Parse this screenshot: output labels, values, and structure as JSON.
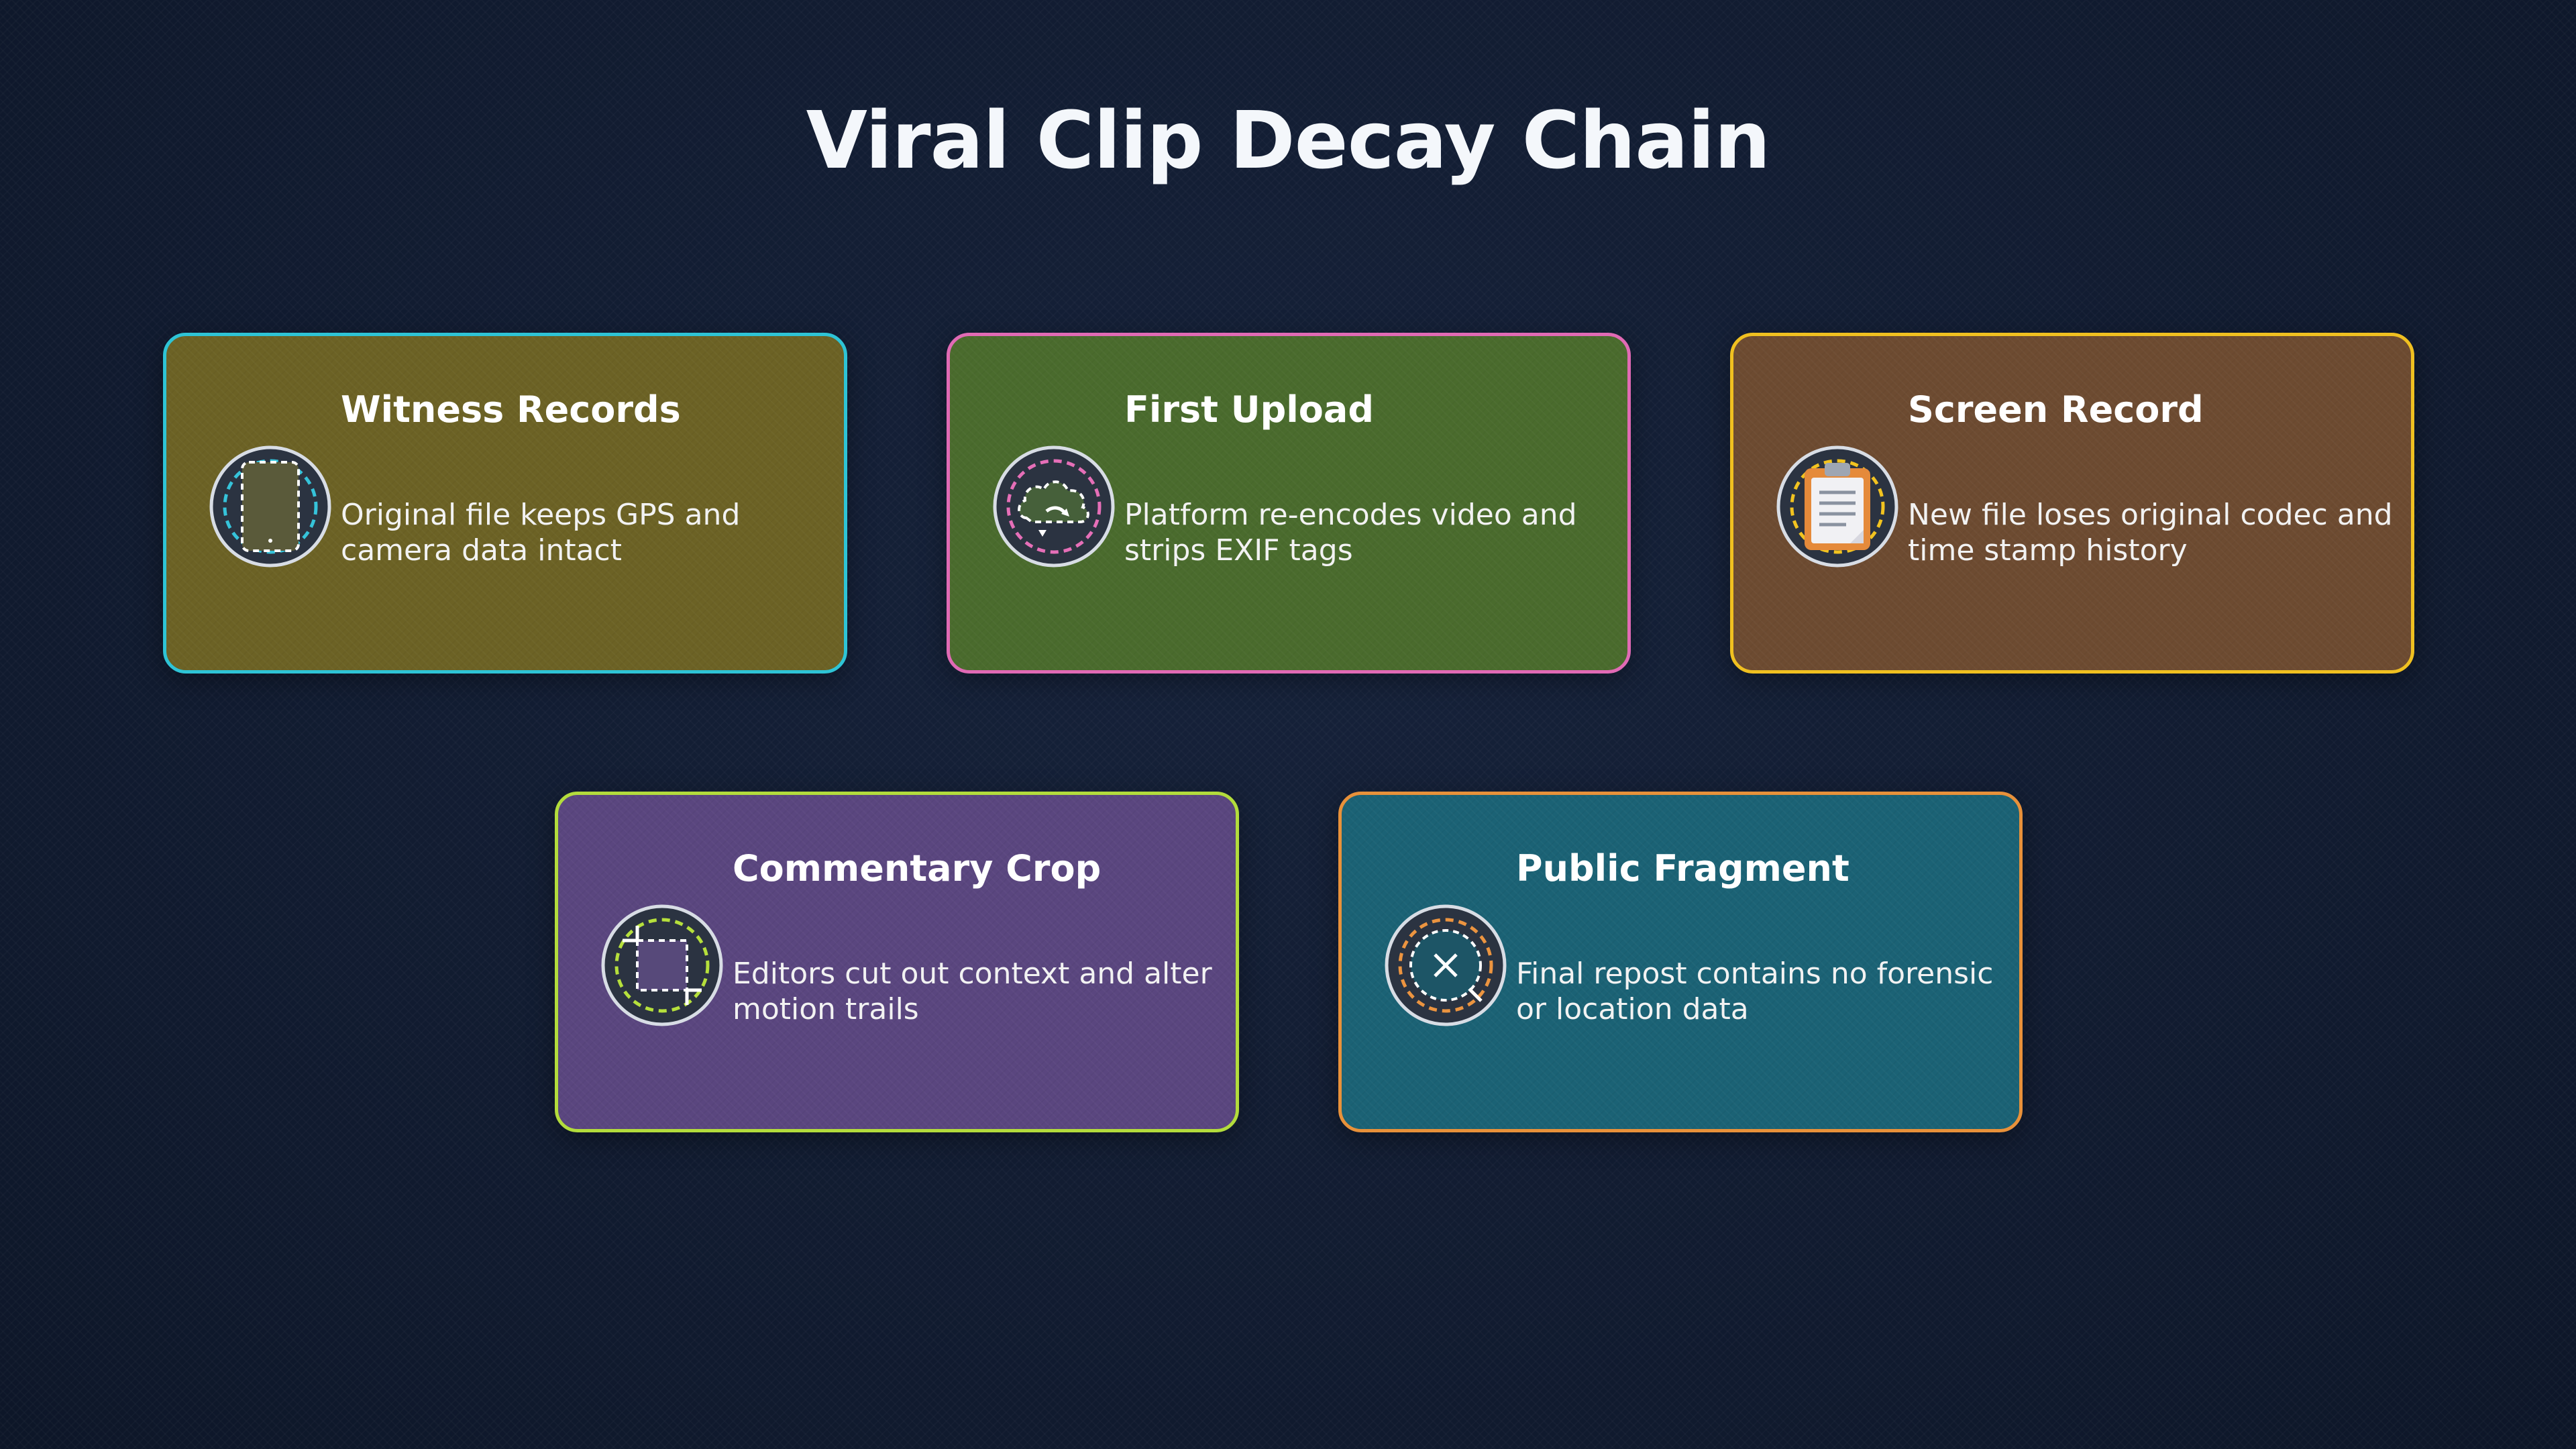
{
  "title": "Viral Clip Decay Chain",
  "stages": [
    {
      "title": "Witness Records",
      "description": "Original file keeps GPS and camera data intact",
      "icon": "phone-icon",
      "fill_color": "#6c6225",
      "border_color": "#2ec4d6",
      "accent_color": "#36c3da"
    },
    {
      "title": "First Upload",
      "description": "Platform re-encodes video and strips EXIF tags",
      "icon": "cloud-upload-icon",
      "fill_color": "#4a6b2d",
      "border_color": "#e16ab5",
      "accent_color": "#e66fb8"
    },
    {
      "title": "Screen Record",
      "description": "New file loses original codec and time stamp history",
      "icon": "clipboard-icon",
      "fill_color": "#6d4b31",
      "border_color": "#f0c020",
      "accent_color": "#f2c320"
    },
    {
      "title": "Commentary Crop",
      "description": "Editors cut out context and alter motion trails",
      "icon": "crop-icon",
      "fill_color": "#5a467f",
      "border_color": "#b3dc3c",
      "accent_color": "#b6e03c"
    },
    {
      "title": "Public Fragment",
      "description": "Final repost contains no forensic or location data",
      "icon": "broken-link-icon",
      "fill_color": "#1b6275",
      "border_color": "#e8913a",
      "accent_color": "#ec9440"
    }
  ]
}
